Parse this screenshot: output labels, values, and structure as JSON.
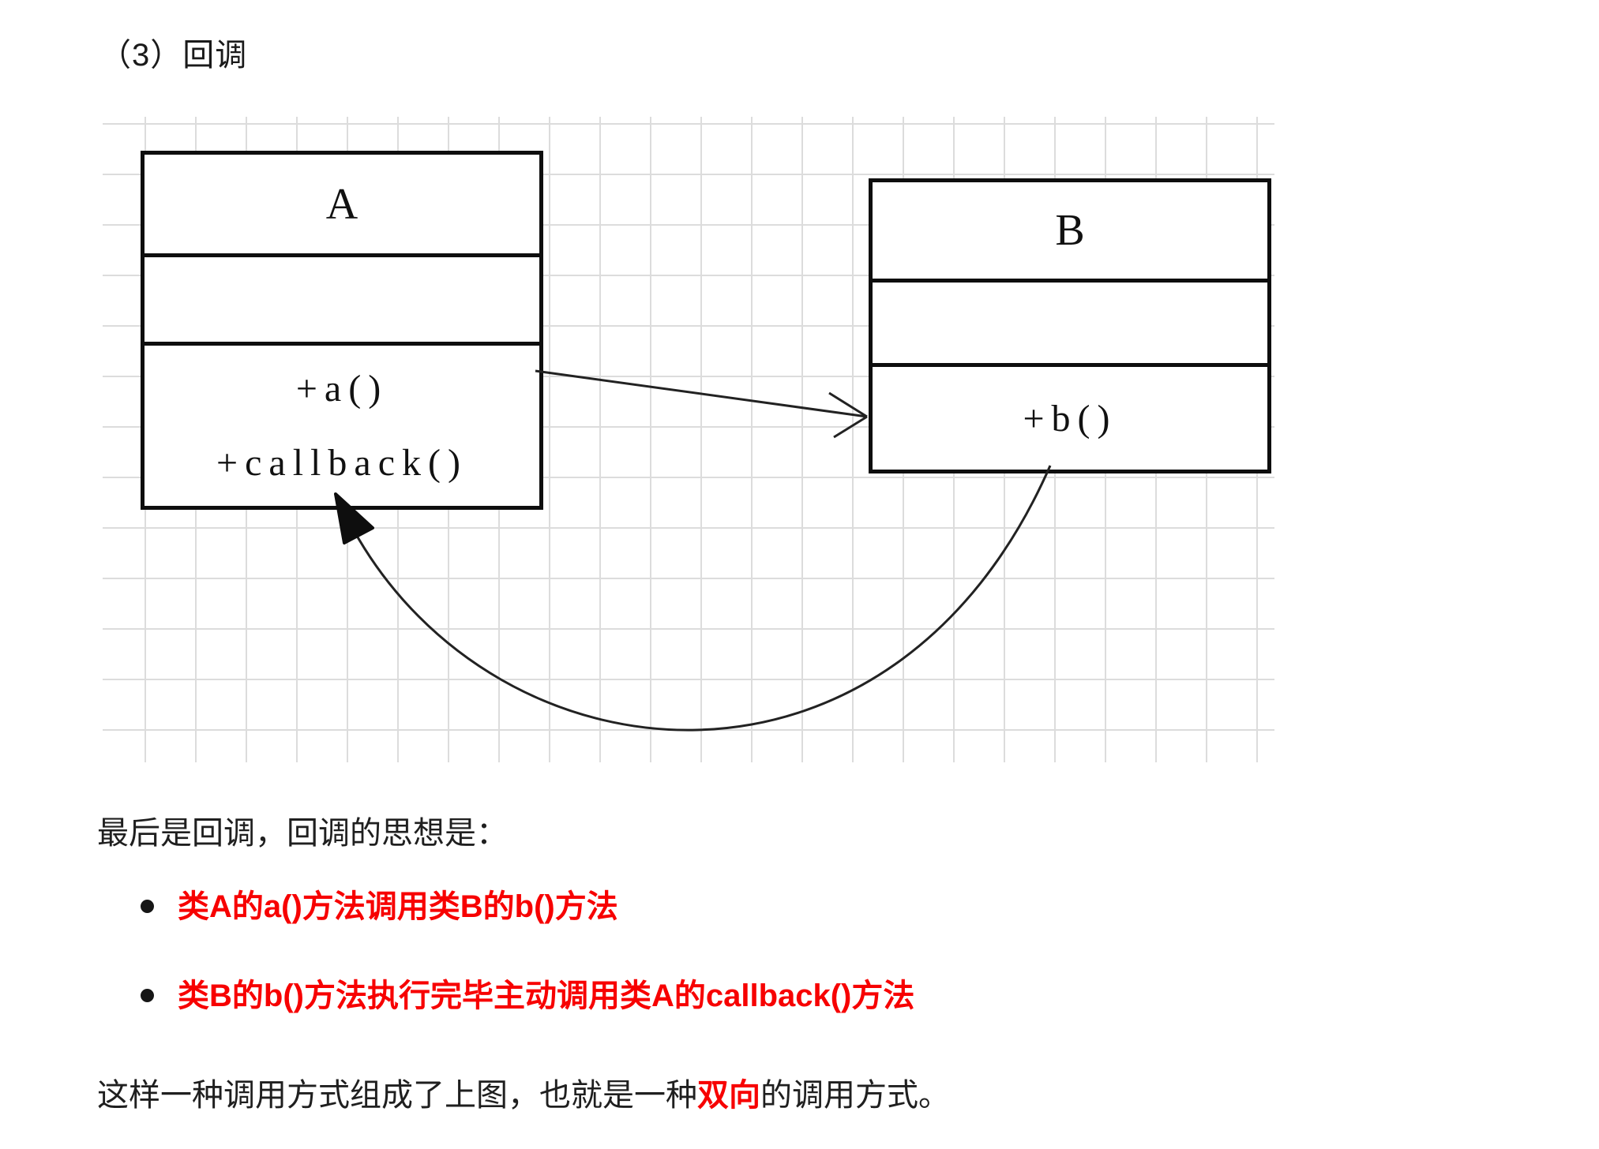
{
  "heading": "（3）回调",
  "diagram": {
    "class_a": {
      "title": "A",
      "method_1": "+a()",
      "method_2": "+callback()"
    },
    "class_b": {
      "title": "B",
      "method_1": "+b()"
    }
  },
  "paragraphs": {
    "intro": "最后是回调，回调的思想是：",
    "conclusion_before": "这样一种调用方式组成了上图，也就是一种",
    "conclusion_highlight": "双向",
    "conclusion_after": "的调用方式。"
  },
  "bullets": [
    "类A的a()方法调用类B的b()方法",
    "类B的b()方法执行完毕主动调用类A的callback()方法"
  ],
  "colors": {
    "highlight_red": "#f70000",
    "body_text": "#1f1f1f",
    "grid_line": "#dcdcdc",
    "box_border": "#0e0e0e",
    "background": "#ffffff"
  }
}
